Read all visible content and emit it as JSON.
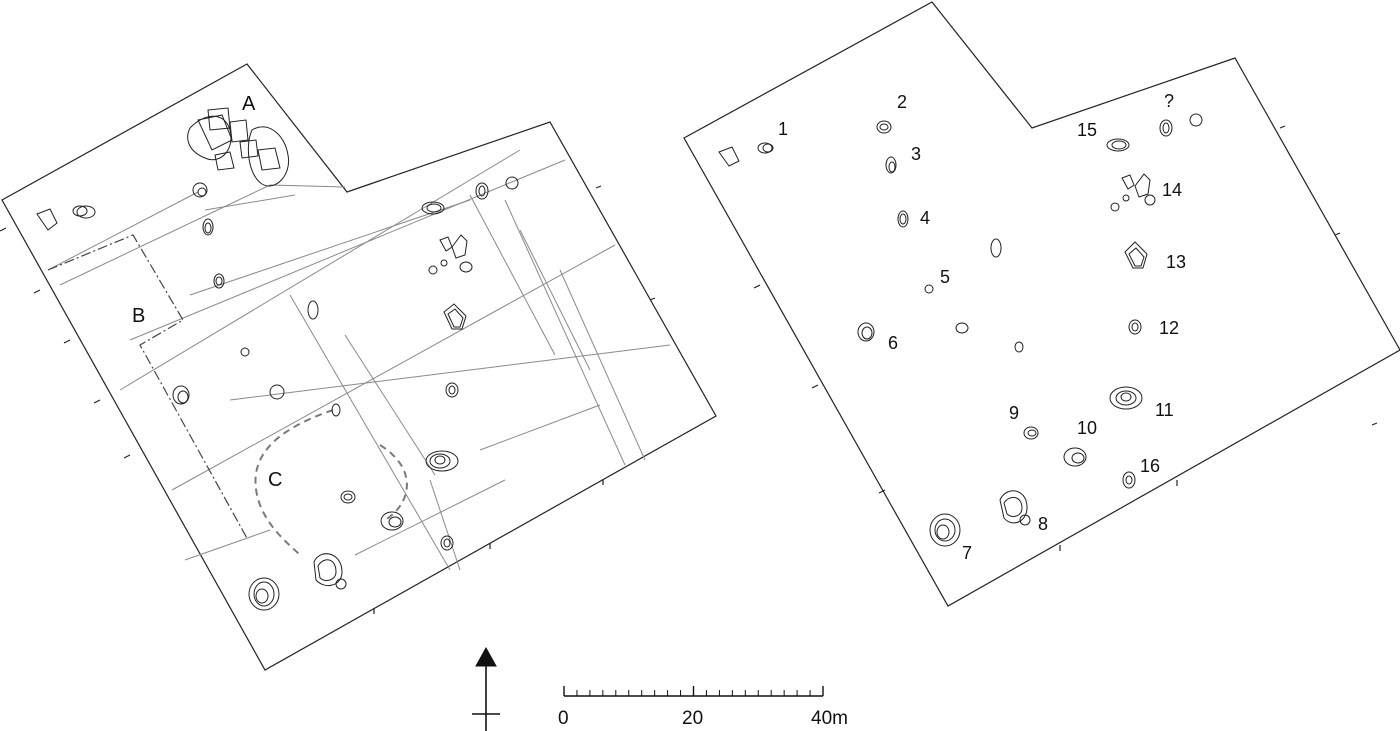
{
  "left_plan": {
    "area_labels": [
      "A",
      "B",
      "C"
    ]
  },
  "right_plan": {
    "feature_labels": [
      "1",
      "2",
      "3",
      "4",
      "5",
      "6",
      "7",
      "8",
      "9",
      "10",
      "11",
      "12",
      "13",
      "14",
      "15",
      "16",
      "?"
    ]
  },
  "scale_bar": {
    "tick_labels": [
      "0",
      "20",
      "40m"
    ]
  },
  "colors": {
    "line": "#222222",
    "grey_line": "#8a8a8a",
    "background": "#ffffff"
  },
  "icons": {
    "north_arrow": "north-arrow-icon"
  }
}
